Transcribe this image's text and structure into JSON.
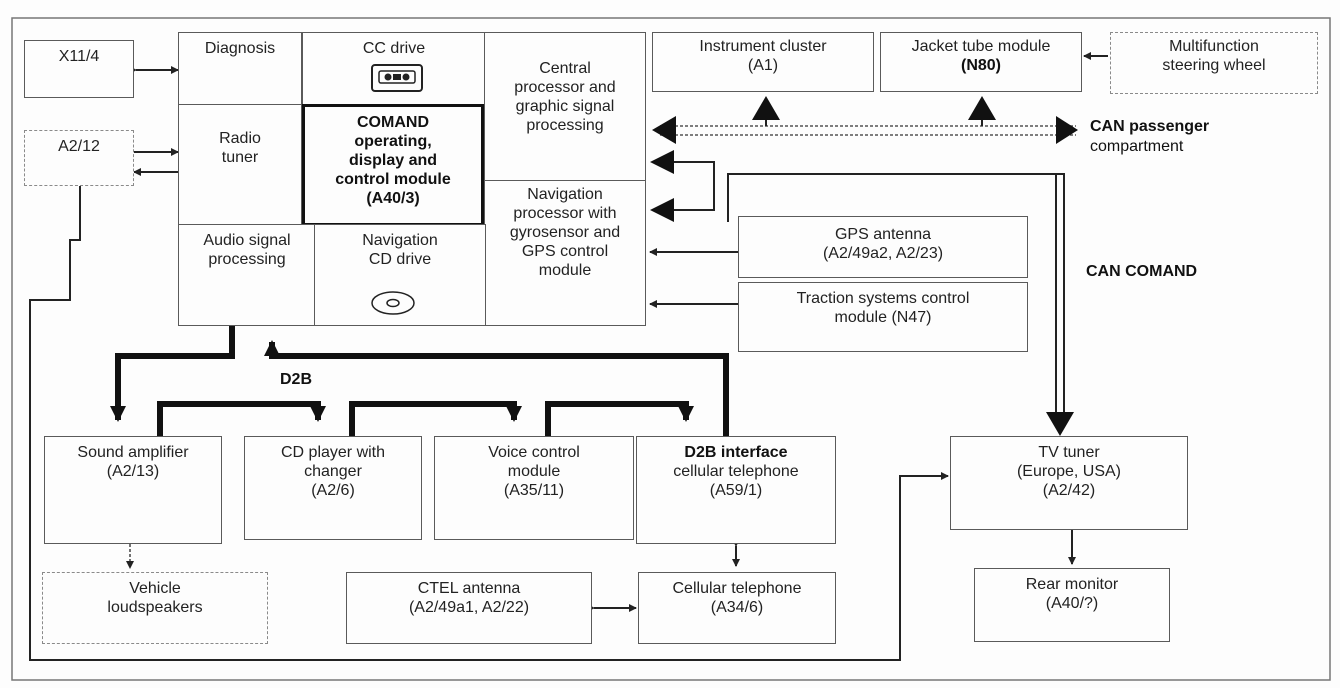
{
  "boxes": {
    "x11_4": {
      "lines": [
        "X11/4"
      ]
    },
    "a2_12": {
      "lines": [
        "A2/12"
      ]
    },
    "diagnosis": {
      "lines": [
        "Diagnosis"
      ]
    },
    "cc_drive": {
      "lines": [
        "CC drive"
      ]
    },
    "central_processor": {
      "lines": [
        "Central",
        "processor and",
        "graphic signal",
        "processing"
      ]
    },
    "radio_tuner": {
      "lines": [
        "Radio",
        "tuner"
      ]
    },
    "comand": {
      "lines": [
        "COMAND",
        "operating,",
        "display and",
        "control module",
        "(A40/3)"
      ]
    },
    "navigation_processor": {
      "lines": [
        "Navigation",
        "processor with",
        "gyrosensor and",
        "GPS control",
        "module"
      ]
    },
    "audio_signal": {
      "lines": [
        "Audio signal",
        "processing"
      ]
    },
    "navigation_cd": {
      "lines": [
        "Navigation",
        "CD drive"
      ]
    },
    "instrument_cluster": {
      "lines": [
        "Instrument cluster",
        "(A1)"
      ]
    },
    "jacket_tube": {
      "lines": [
        "Jacket tube module",
        "(N80)"
      ]
    },
    "multifunction": {
      "lines": [
        "Multifunction",
        "steering wheel"
      ]
    },
    "gps_antenna": {
      "lines": [
        "GPS antenna",
        "(A2/49a2, A2/23)"
      ]
    },
    "traction": {
      "lines": [
        "Traction systems control",
        "module (N47)"
      ]
    },
    "sound_amp": {
      "lines": [
        "Sound amplifier",
        "(A2/13)"
      ]
    },
    "cd_player": {
      "lines": [
        "CD player with",
        "changer",
        "(A2/6)"
      ]
    },
    "voice_control": {
      "lines": [
        "Voice control",
        "module",
        "(A35/11)"
      ]
    },
    "d2b_interface": {
      "lines": [
        "D2B interface",
        "cellular telephone",
        "(A59/1)"
      ]
    },
    "tv_tuner": {
      "lines": [
        "TV tuner",
        "(Europe, USA)",
        "(A2/42)"
      ]
    },
    "loudspeakers": {
      "lines": [
        "Vehicle",
        "loudspeakers"
      ]
    },
    "ctel_antenna": {
      "lines": [
        "CTEL antenna",
        "(A2/49a1, A2/22)"
      ]
    },
    "cell_phone": {
      "lines": [
        "Cellular telephone",
        "(A34/6)"
      ]
    },
    "rear_monitor": {
      "lines": [
        "Rear monitor",
        "(A40/?)"
      ]
    }
  },
  "labels": {
    "can_passenger_1": "CAN passenger",
    "can_passenger_2": "compartment",
    "can_comand": "CAN COMAND",
    "d2b": "D2B"
  },
  "icons": [
    "cassette-icon",
    "disc-icon"
  ]
}
